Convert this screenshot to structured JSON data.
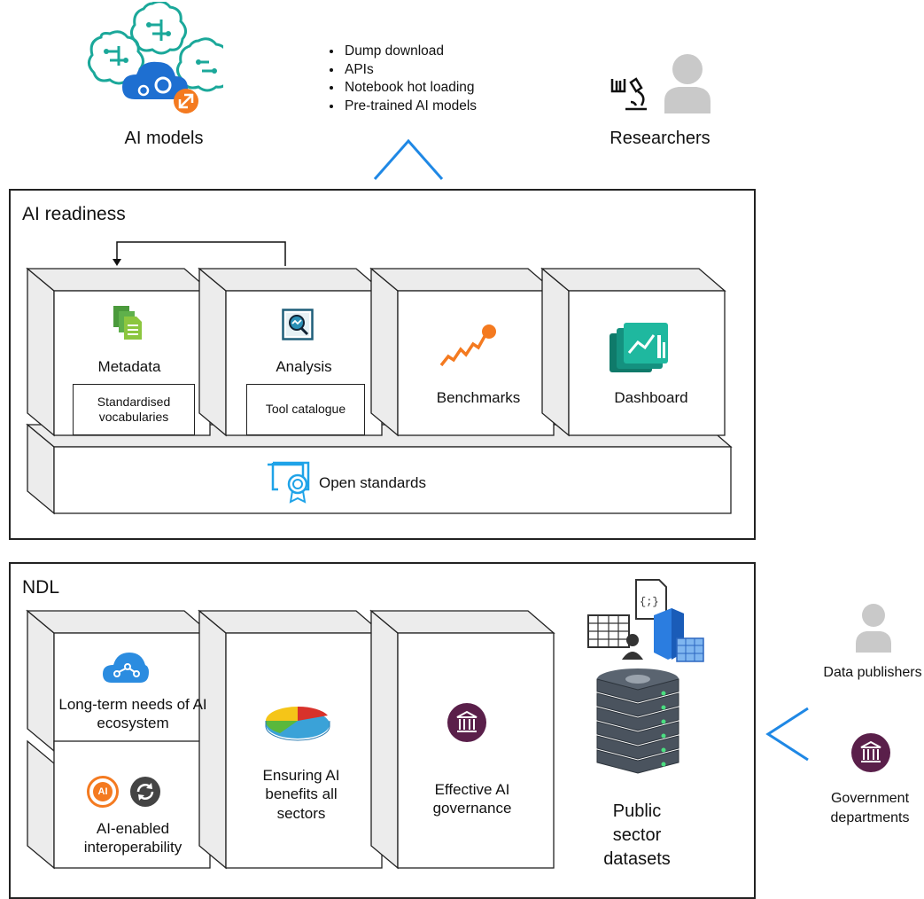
{
  "top": {
    "ai_models_label": "AI models",
    "researchers_label": "Researchers",
    "access_methods": [
      "Dump download",
      "APIs",
      "Notebook hot loading",
      "Pre-trained AI models"
    ]
  },
  "ai_readiness": {
    "title": "AI readiness",
    "metadata": {
      "label": "Metadata",
      "sub": "Standardised vocabularies"
    },
    "analysis": {
      "label": "Analysis",
      "sub": "Tool catalogue"
    },
    "benchmarks": "Benchmarks",
    "dashboard": "Dashboard",
    "open_standards": "Open standards"
  },
  "ndl": {
    "title": "NDL",
    "long_term": "Long-term needs of AI ecosystem",
    "interop": "AI-enabled interoperability",
    "benefits": "Ensuring AI benefits all sectors",
    "governance": "Effective AI governance",
    "public_sector": "Public sector datasets",
    "ai_badge": "AI"
  },
  "right": {
    "data_publishers": "Data publishers",
    "government": "Government departments"
  },
  "colors": {
    "blue_arrow": "#1f88e5",
    "teal": "#1ba89a",
    "orange": "#f47a20",
    "plum": "#5a1f4a"
  }
}
